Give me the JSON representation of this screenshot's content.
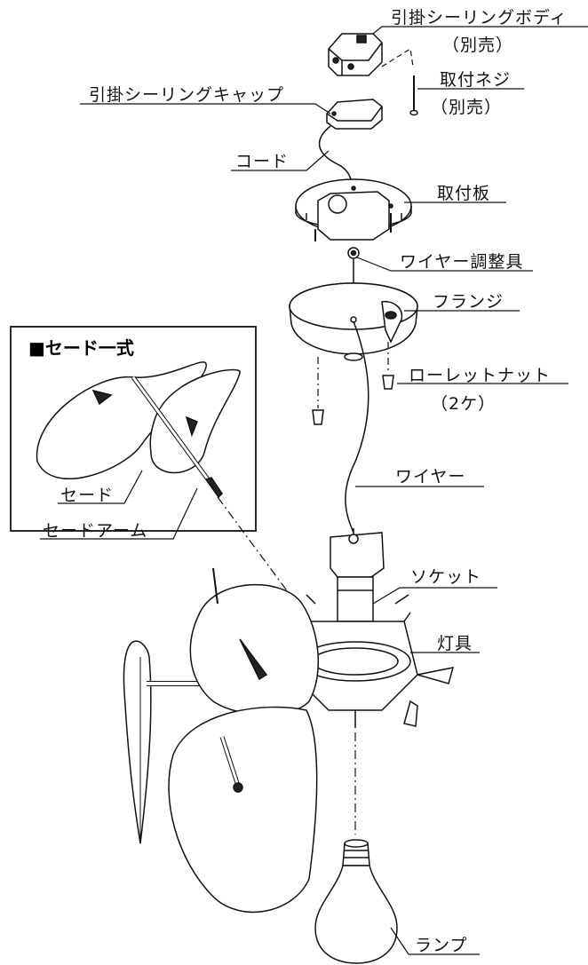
{
  "inset": {
    "title": "■セード一式"
  },
  "labels": {
    "ceiling_body": "引掛シーリングボディ",
    "ceiling_body_note": "（別売）",
    "screw": "取付ネジ",
    "screw_note": "（別売）",
    "ceiling_cap": "引掛シーリングキャップ",
    "cord": "コード",
    "mount_plate": "取付板",
    "wire_adjuster": "ワイヤー調整具",
    "flange": "フランジ",
    "knurled_nut": "ローレットナット",
    "knurled_nut_note": "（2ケ）",
    "wire": "ワイヤー",
    "shade": "セード",
    "shade_arm": "セードアーム",
    "socket": "ソケット",
    "fixture": "灯具",
    "lamp": "ランプ"
  }
}
